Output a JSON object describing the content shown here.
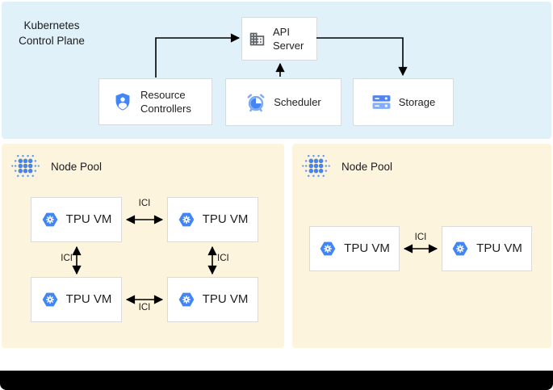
{
  "control_plane": {
    "title": "Kubernetes Control Plane",
    "nodes": {
      "api_server": {
        "label": "API Server",
        "icon": "building-icon"
      },
      "resource_controllers": {
        "label": "Resource Controllers",
        "icon": "shield-user-icon"
      },
      "scheduler": {
        "label": "Scheduler",
        "icon": "alarm-clock-icon"
      },
      "storage": {
        "label": "Storage",
        "icon": "storage-disks-icon"
      }
    }
  },
  "node_pools": [
    {
      "label": "Node Pool",
      "icon": "node-pool-dots-icon",
      "vms": [
        {
          "label": "TPU VM",
          "icon": "tpu-hexagon-icon"
        },
        {
          "label": "TPU VM",
          "icon": "tpu-hexagon-icon"
        },
        {
          "label": "TPU VM",
          "icon": "tpu-hexagon-icon"
        },
        {
          "label": "TPU VM",
          "icon": "tpu-hexagon-icon"
        }
      ],
      "links": [
        {
          "label": "ICI"
        },
        {
          "label": "ICI"
        },
        {
          "label": "ICI"
        },
        {
          "label": "ICI"
        }
      ]
    },
    {
      "label": "Node Pool",
      "icon": "node-pool-dots-icon",
      "vms": [
        {
          "label": "TPU VM",
          "icon": "tpu-hexagon-icon"
        },
        {
          "label": "TPU VM",
          "icon": "tpu-hexagon-icon"
        }
      ],
      "links": [
        {
          "label": "ICI"
        }
      ]
    }
  ],
  "colors": {
    "accent_blue": "#4285f4",
    "light_blue_icon": "#7baaf7",
    "control_plane_bg": "#e0f1fa",
    "node_pool_bg": "#fcf4dc",
    "box_border": "#d8dade",
    "arrow": "#000000",
    "bottom_bar": "#000000"
  }
}
